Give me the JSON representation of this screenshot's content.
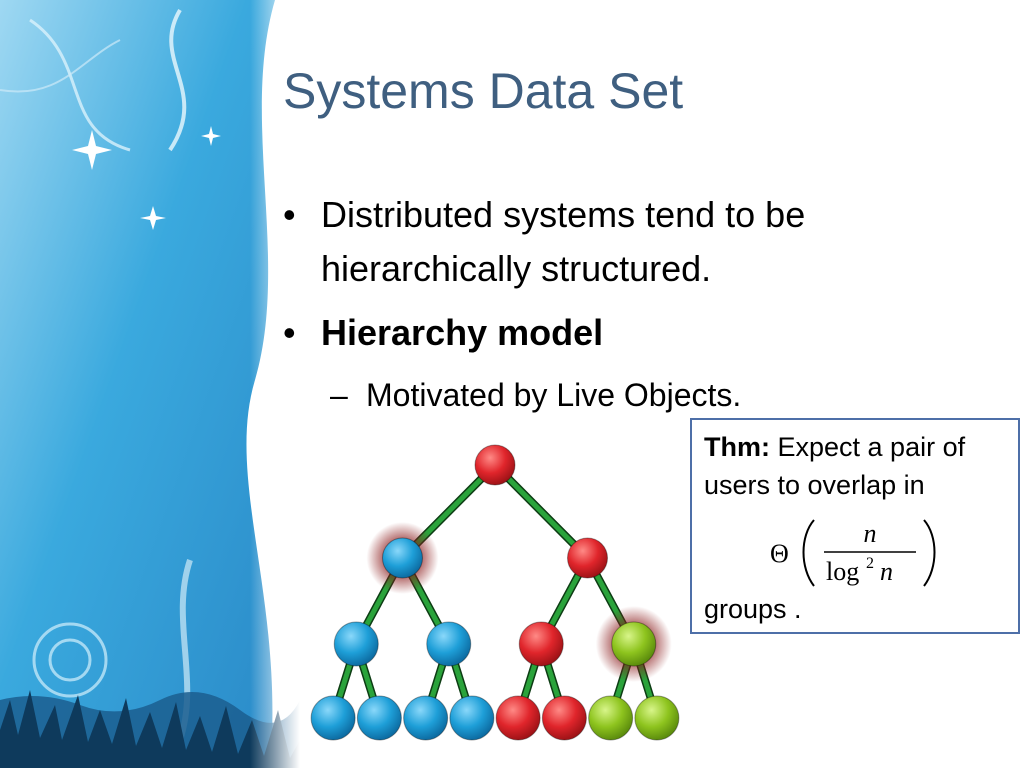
{
  "slide": {
    "title": "Systems Data Set",
    "bullets": [
      {
        "line1": "Distributed systems tend to be",
        "line2": "hierarchically structured."
      },
      {
        "text": "Hierarchy model"
      }
    ],
    "sub_bullet": {
      "dash": "–",
      "text": "Motivated by Live Objects."
    },
    "bullet_symbol": "•"
  },
  "theorem": {
    "label": "Thm:",
    "line1_rest": " Expect a pair of",
    "line2": "users to overlap in",
    "formula": {
      "fn": "Θ",
      "numerator": "n",
      "denominator_log": "log",
      "denominator_exp": "2",
      "denominator_var": "n"
    },
    "line3": "groups ."
  },
  "tree": {
    "levels": [
      [
        "red"
      ],
      [
        "blue",
        "red"
      ],
      [
        "blue",
        "blue",
        "red",
        "green"
      ],
      [
        "blue",
        "blue",
        "blue",
        "blue",
        "red",
        "red",
        "green",
        "green"
      ]
    ],
    "highlighted": [
      "1-0",
      "2-3"
    ],
    "colors": {
      "red": "#e0252b",
      "blue": "#1e9fd8",
      "green": "#8ec41e",
      "edge": "#2aa33b",
      "title": "#3f5f80",
      "box_border": "#4e6fa8"
    }
  }
}
